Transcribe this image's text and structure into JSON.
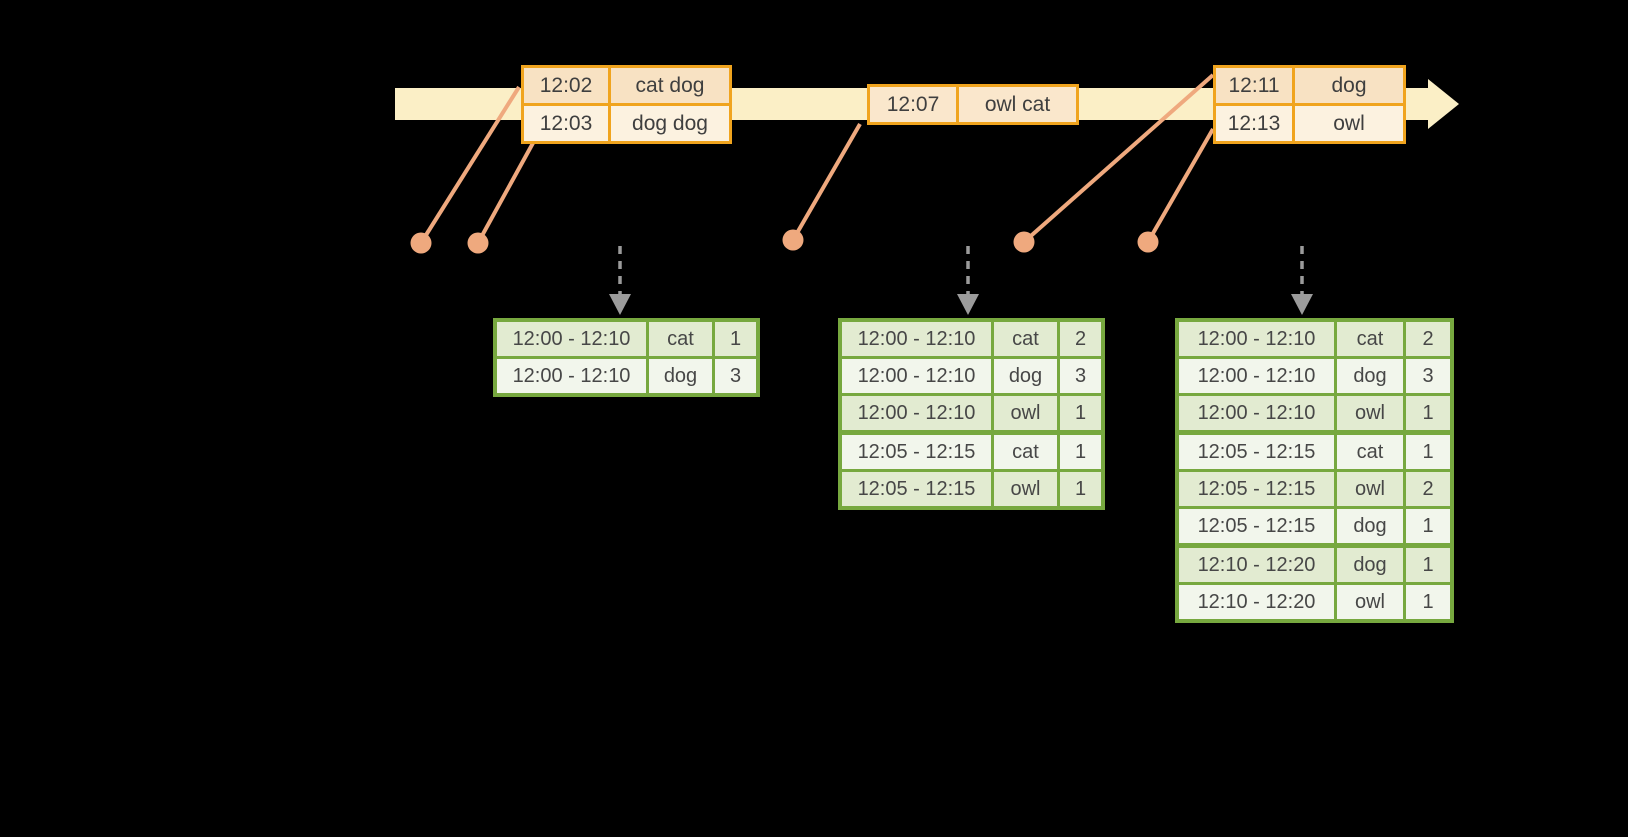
{
  "colors": {
    "background": "#000000",
    "timeline_band": "#FBEFC6",
    "event_table_border": "#F0A41E",
    "event_row_dark_bg": "#F8E2C3",
    "event_row_light_bg": "#FCF2E0",
    "connector_and_dots": "#EFA97E",
    "result_table_border": "#77A83F",
    "result_row_tint_bg": "#E2EBD1",
    "result_row_light_bg": "#F2F6EC",
    "trigger_arrow_gray": "#9B9B9B",
    "table_text": "#3F3F3F"
  },
  "event_tables": [
    {
      "rows": [
        {
          "time": "12:02",
          "words": "cat dog"
        },
        {
          "time": "12:03",
          "words": "dog dog"
        }
      ]
    },
    {
      "rows": [
        {
          "time": "12:07",
          "words": "owl cat"
        }
      ]
    },
    {
      "rows": [
        {
          "time": "12:11",
          "words": "dog"
        },
        {
          "time": "12:13",
          "words": "owl"
        }
      ]
    }
  ],
  "result_tables": [
    {
      "rows": [
        {
          "window": "12:00 - 12:10",
          "word": "cat",
          "count": "1"
        },
        {
          "window": "12:00 - 12:10",
          "word": "dog",
          "count": "3"
        }
      ]
    },
    {
      "rows": [
        {
          "window": "12:00 - 12:10",
          "word": "cat",
          "count": "2"
        },
        {
          "window": "12:00 - 12:10",
          "word": "dog",
          "count": "3"
        },
        {
          "window": "12:00 - 12:10",
          "word": "owl",
          "count": "1"
        },
        {
          "window": "12:05 - 12:15",
          "word": "cat",
          "count": "1"
        },
        {
          "window": "12:05 - 12:15",
          "word": "owl",
          "count": "1"
        }
      ]
    },
    {
      "rows": [
        {
          "window": "12:00 - 12:10",
          "word": "cat",
          "count": "2"
        },
        {
          "window": "12:00 - 12:10",
          "word": "dog",
          "count": "3"
        },
        {
          "window": "12:00 - 12:10",
          "word": "owl",
          "count": "1"
        },
        {
          "window": "12:05 - 12:15",
          "word": "cat",
          "count": "1"
        },
        {
          "window": "12:05 - 12:15",
          "word": "owl",
          "count": "2"
        },
        {
          "window": "12:05 - 12:15",
          "word": "dog",
          "count": "1"
        },
        {
          "window": "12:10 - 12:20",
          "word": "dog",
          "count": "1"
        },
        {
          "window": "12:10 - 12:20",
          "word": "owl",
          "count": "1"
        }
      ]
    }
  ]
}
